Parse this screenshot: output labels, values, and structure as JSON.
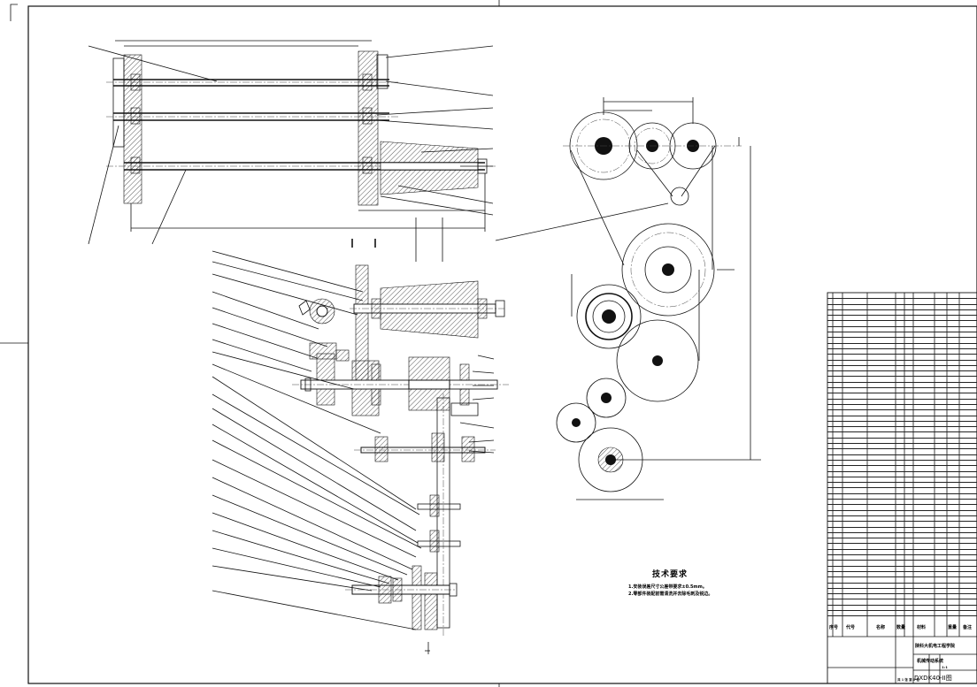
{
  "tech_requirements": {
    "title": "技术要求",
    "lines": [
      "1.安装误差尺寸公差带要求±0.5mm。",
      "2.零部件装配前需清洗并去除毛刺及锐边。"
    ]
  },
  "bom_headers": {
    "no": "序号",
    "code": "代号",
    "name": "名称",
    "qty": "数量",
    "material": "材料",
    "weight": "重量",
    "note": "备注"
  },
  "title_block": {
    "school": "陕科大机电工程学院",
    "drawing_title": "机械传动系统",
    "drawing_no": "DXDK40-II图",
    "scale_label": "1:1",
    "sheet_info": "共 1 张 第 1 张"
  }
}
